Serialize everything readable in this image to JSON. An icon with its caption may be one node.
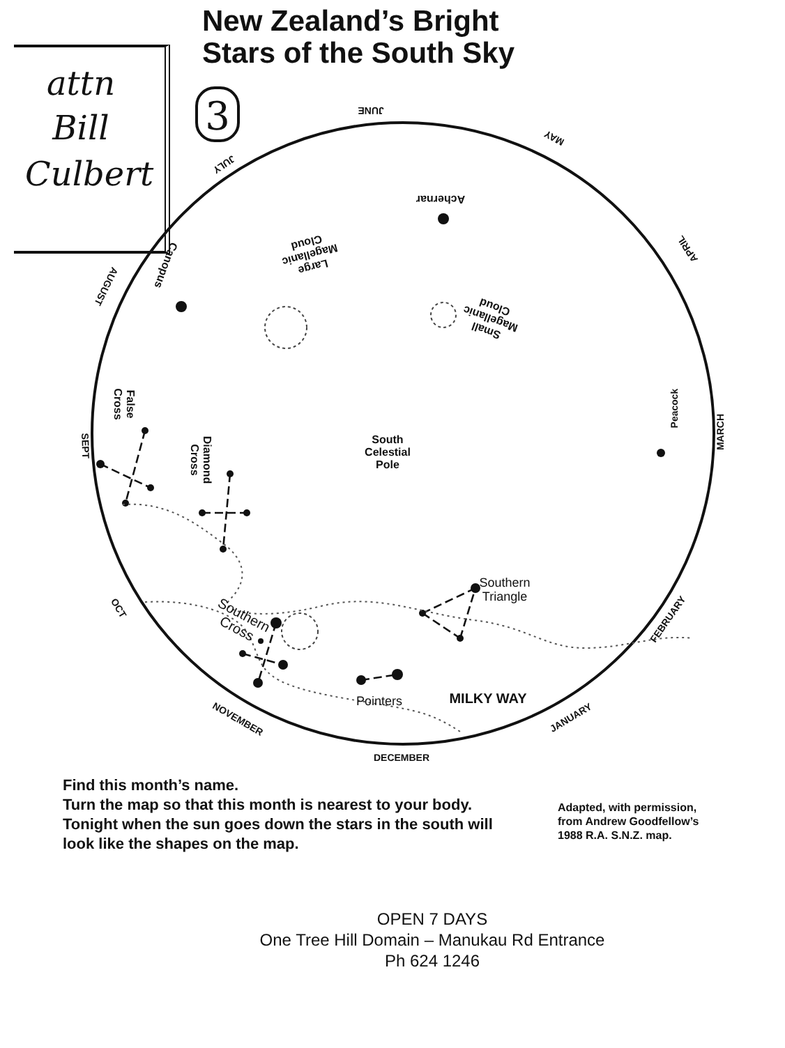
{
  "diagram": {
    "title": "New Zealand’s Bright Stars of the South Sky",
    "nodes": [
      {
        "text": [
          "attn Bill Culbert"
        ]
      },
      {
        "text": [
          "3"
        ]
      }
    ],
    "edges": [],
    "labels": [
      "JUNE",
      "JULY",
      "MAY",
      "Achernar",
      "AUGUST",
      "APRIL",
      "Canopus",
      "Large Magellanic Cloud",
      "Small Magellanic Cloud",
      "False Cross",
      "Diamond Cross",
      "South Celestial Pole",
      "Peacock",
      "SEPT",
      "MARCH",
      "OCT",
      "Southern Cross",
      "Southern Triangle",
      "FEBRUARY",
      "Pointers",
      "MILKY WAY",
      "NOVEMBER",
      "JANUARY",
      "DECEMBER",
      "Find this month’s name.",
      "Turn the map so that this month is nearest to your body.",
      "Tonight when the sun goes down the stars in the south will look like the shapes on the map.",
      "Adapted, with permission, from Andrew Goodfellow’s 1988 R.A. S.N.Z. map.",
      "OPEN 7 DAYS",
      "One Tree Hill Domain – Manukau Rd Entrance",
      "Ph 624 1246"
    ]
  }
}
